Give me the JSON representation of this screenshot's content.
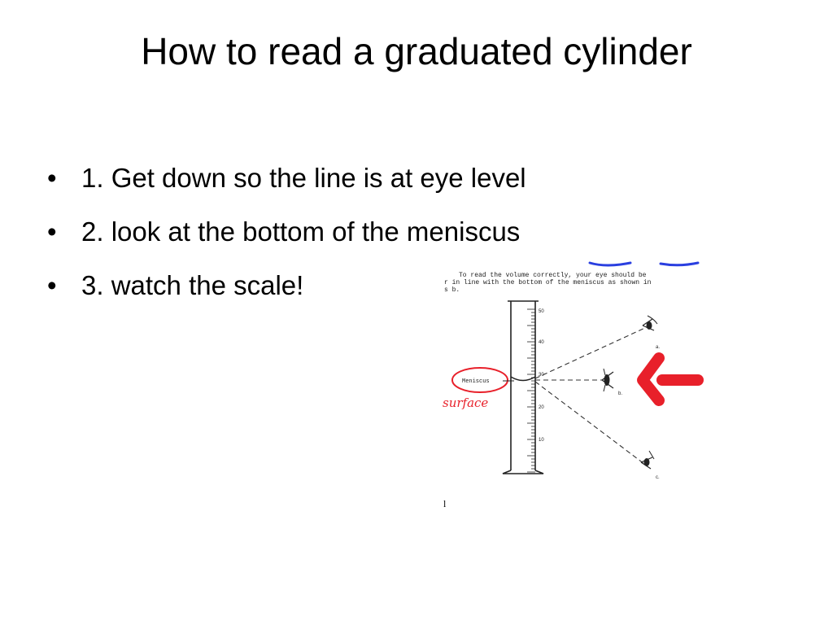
{
  "slide": {
    "title": "How to read a graduated cylinder",
    "bullets": [
      "1. Get down so the line is at eye level",
      "2. look at the bottom of the meniscus",
      "3. watch the scale!"
    ],
    "bullet_glyph": "•"
  },
  "figure": {
    "caption_lines": [
      "To read the volume correctly, your eye should be",
      "r in line with the bottom of the meniscus as shown in",
      "s b."
    ],
    "meniscus_label": "Meniscus",
    "handwritten_note": "surface",
    "scale_labels": [
      "50",
      "40",
      "30",
      "20",
      "10"
    ],
    "eye_labels": [
      "a.",
      "b.",
      "c."
    ],
    "corner_mark": "l",
    "colors": {
      "annotation_red": "#e8202a",
      "annotation_blue": "#2a3fe0",
      "ink": "#222222"
    },
    "icons": [
      "eye-icon",
      "red-arrow-icon",
      "graduated-cylinder-icon"
    ]
  }
}
